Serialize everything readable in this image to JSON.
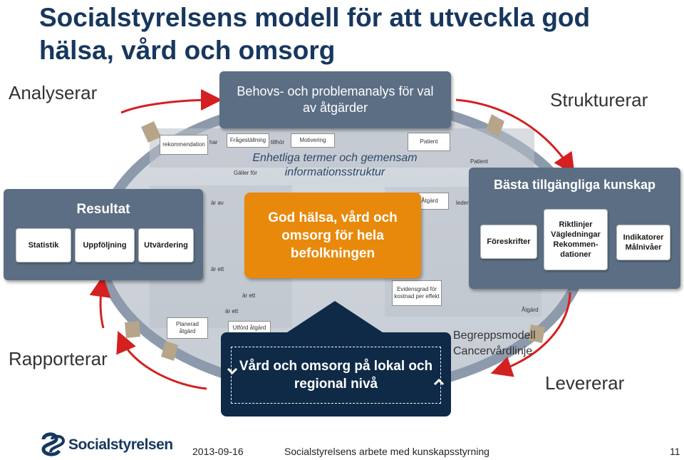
{
  "title": "Socialstyrelsens modell för att utveckla god hälsa, vård och omsorg",
  "corners": {
    "top_left": "Analyserar",
    "top_right": "Strukturerar",
    "bottom_left": "Rapporterar",
    "bottom_right": "Levererar"
  },
  "top_box": "Behovs- och problemanalys för val av åtgärder",
  "overlay_text": "Enhetliga termer och gemensam informationsstruktur",
  "center_box": "God hälsa, vård och omsorg för hela befolkningen",
  "bottom_box": "Vård och omsorg på lokal och regional nivå",
  "bottom_right_overlay": "Begreppsmodell Cancervårdlinje",
  "results_panel": {
    "title": "Resultat",
    "cards": [
      "Statistik",
      "Uppföljning",
      "Utvärdering"
    ]
  },
  "knowledge_panel": {
    "title": "Bästa tillgängliga kunskap",
    "cards": [
      "Föreskrifter",
      "Riktlinjer Vägledningar Rekommen-dationer",
      "Indikatorer Målnivåer"
    ]
  },
  "background_nodes": [
    "rekommendation",
    "Frågeställning",
    "Motivering",
    "Patient",
    "Patient",
    "Åtgärd",
    "Planerad åtgärd",
    "Utförd åtgärd",
    "Evidensgrad för kostnad per effekt",
    "Åtgärd"
  ],
  "background_labels": [
    "har",
    "tillhör",
    "Gäller för",
    "är av",
    "är ett",
    "är ett",
    "är ett",
    "leder"
  ],
  "footer": {
    "logo_text": "Socialstyrelsen",
    "date": "2013-09-16",
    "caption": "Socialstyrelsens arbete med kunskapsstyrning",
    "page": "11"
  },
  "colors": {
    "title": "#17375e",
    "blue_box": "#5b6e84",
    "orange_box": "#e8890c",
    "navy_box": "#0e2a47",
    "ellipse": "#8c9aab",
    "arrow_red": "#d42020"
  }
}
